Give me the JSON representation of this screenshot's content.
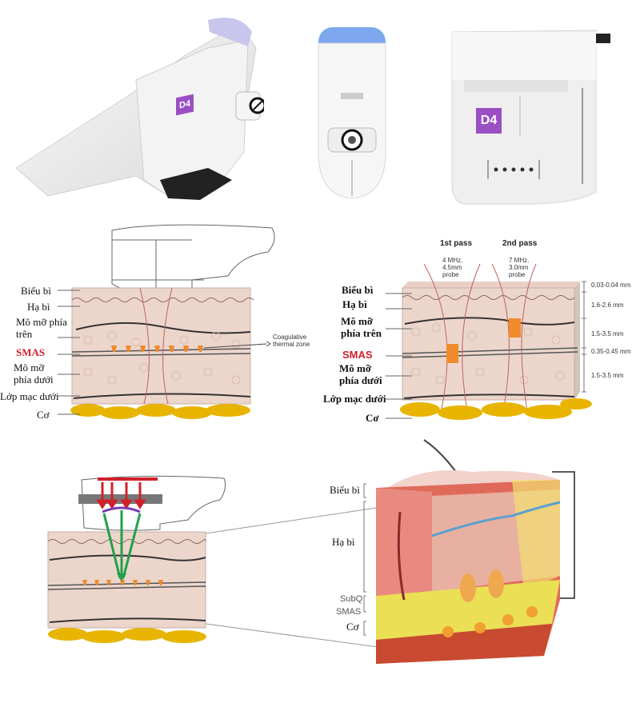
{
  "devices": {
    "badge_text": "D4",
    "badge_color": "#9a4fc4",
    "cap_color": "#7da7ef"
  },
  "diagram1": {
    "labels": {
      "epidermis": "Biểu bì",
      "dermis": "Hạ bì",
      "upper_fat": "Mô mỡ phía trên",
      "smas": "SMAS",
      "lower_fat": "Mô mỡ phía dưới",
      "fascia": "Lớp mạc dưới",
      "muscle": "Cơ"
    },
    "annotation": "Coagulative thermal zone",
    "smas_color": "#d0202a",
    "thermal_zone_color": "#f08a2a"
  },
  "diagram2": {
    "labels": {
      "epidermis": "Biểu bì",
      "dermis": "Hạ bì",
      "upper_fat": "Mô mỡ phía trên",
      "smas": "SMAS",
      "lower_fat": "Mô mỡ phía dưới",
      "fascia": "Lớp mạc dưới",
      "muscle": "Cơ"
    },
    "passes": [
      {
        "title": "1st pass",
        "detail": "4 MHz. 4.5mm probe"
      },
      {
        "title": "2nd pass",
        "detail": "7 MHz. 3.0mm probe"
      }
    ],
    "thickness": [
      "0.03-0.04 mm",
      "1.6-2.6 mm",
      "1.5-3.5 mm",
      "0.35-0.45 mm",
      "1.5-3.5 mm"
    ]
  },
  "diagram4": {
    "labels": {
      "epidermis": "Biểu bì",
      "dermis": "Hạ bì",
      "subq": "SubQ",
      "smas": "SMAS",
      "muscle": "Cơ"
    }
  }
}
